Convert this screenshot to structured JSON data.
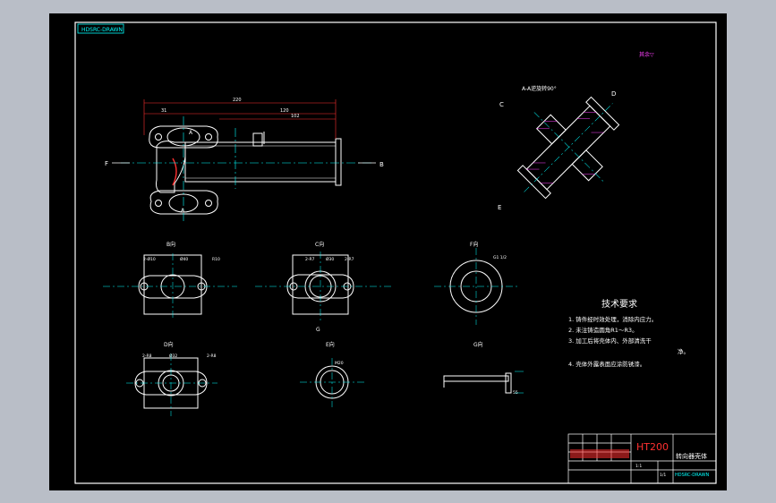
{
  "drawing": {
    "code_box": "HDSRC-DRAWN",
    "corner_note": "其余▽",
    "views": {
      "section": "A-A逆旋转90°",
      "b": "B向",
      "c": "C向",
      "d": "D向",
      "e": "E向",
      "f": "F向",
      "g": "G向"
    },
    "letters": {
      "a": "A",
      "b": "B",
      "c": "C",
      "d": "D",
      "e": "E",
      "f": "F",
      "g": "G"
    },
    "dims": {
      "overall": "220",
      "len_mid": "120",
      "len_right": "102",
      "left": "31",
      "r1": "R10",
      "dia30": "Ø30",
      "dia40": "Ø40",
      "hole2": "2-Ø10",
      "hole2b": "2-R7",
      "hole2c": "2-R8",
      "width55": "55",
      "g112": "G1 1/2",
      "dia32": "Ø32",
      "m20": "M20"
    },
    "tech": {
      "title": "技术要求",
      "items": [
        "1. 铸件经时效处理，消除内应力。",
        "2. 未注铸造圆角R1～R3。",
        "3. 加工后将壳体内、外部清洗干",
        "净。",
        "4. 壳体外露表面应涂防锈漆。"
      ]
    },
    "title_block": {
      "material": "HT200",
      "name": "转向器壳体",
      "drawing_no": "HDSRC-DRAWN",
      "scale": "1:1",
      "sheet": "1/1"
    }
  },
  "colors": {
    "background": "#b9bec7",
    "sheet": "#000000",
    "outline": "#ffffff",
    "dimension": "#00ffff",
    "center": "#00ffff",
    "text": "#ffff00",
    "title_red": "#ff3030"
  }
}
